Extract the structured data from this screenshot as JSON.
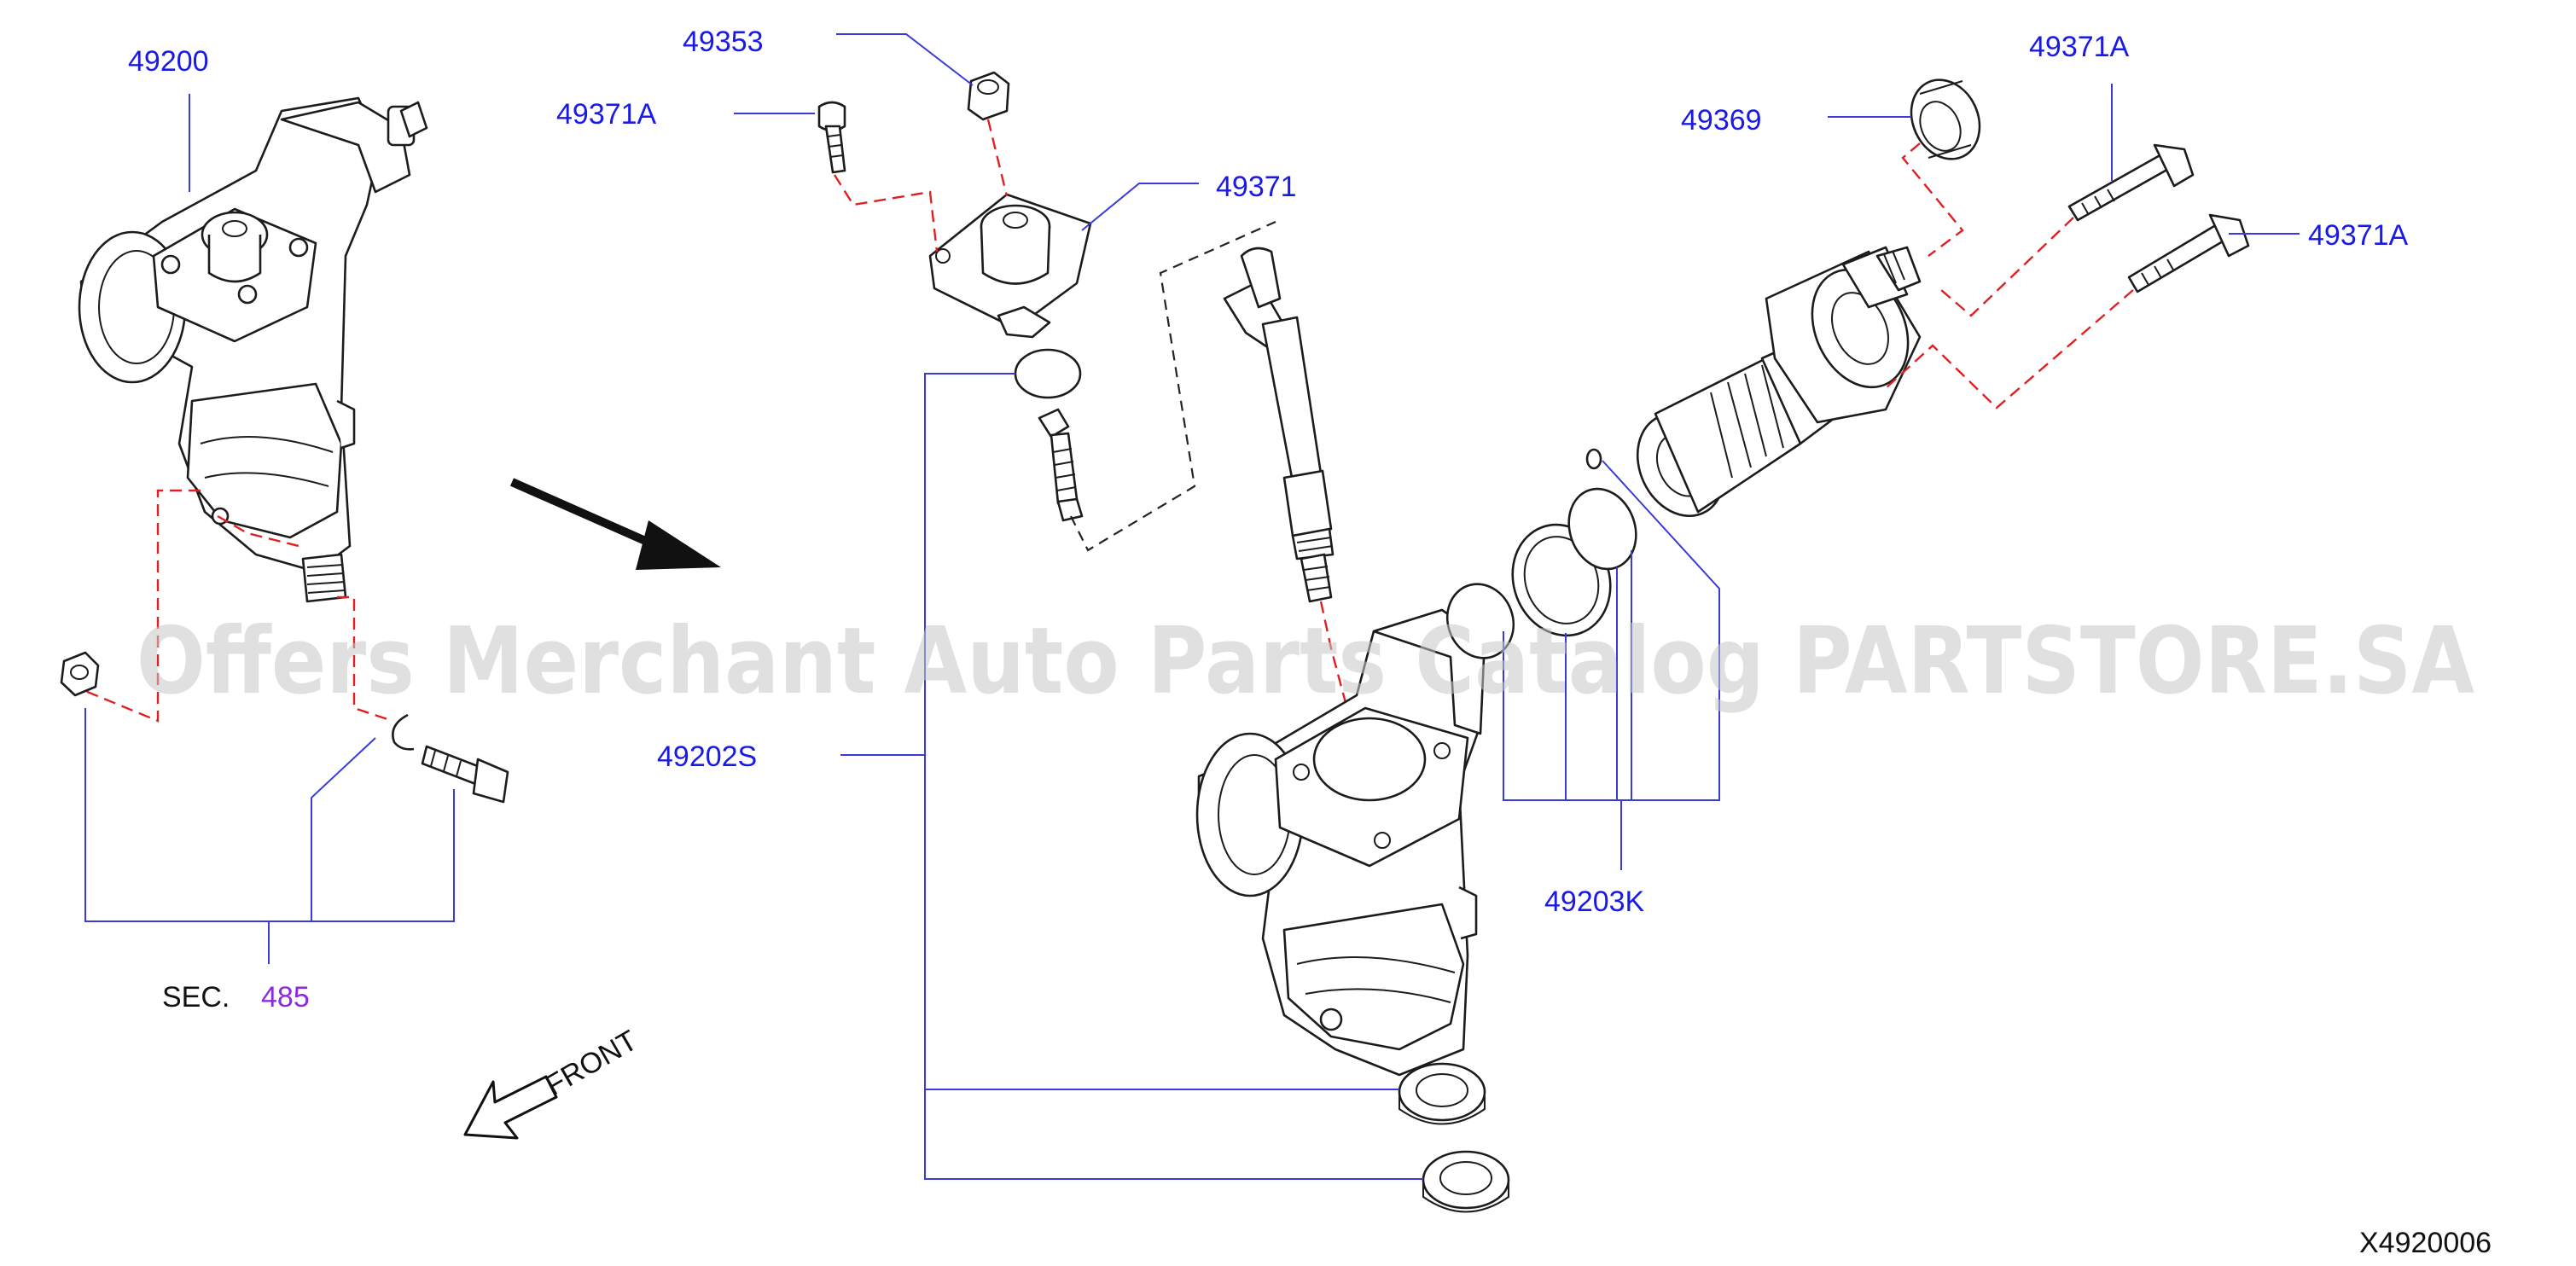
{
  "callouts": {
    "c49200": "49200",
    "c49353": "49353",
    "c49371A_top": "49371A",
    "c49371": "49371",
    "c49369": "49369",
    "c49371A_right_top": "49371A",
    "c49371A_right": "49371A",
    "c49202S": "49202S",
    "c49203K": "49203K"
  },
  "section_ref": {
    "prefix": "SEC.",
    "number": "485"
  },
  "front_label": "FRONT",
  "diagram_code": "X4920006",
  "watermark": "Offers Merchant Auto Parts Catalog PARTSTORE.SA",
  "colors": {
    "callout": "#1a1ae6",
    "section_number": "#8a2be2",
    "hidden_line": "#e02020",
    "leader": "#3a3ad9"
  }
}
